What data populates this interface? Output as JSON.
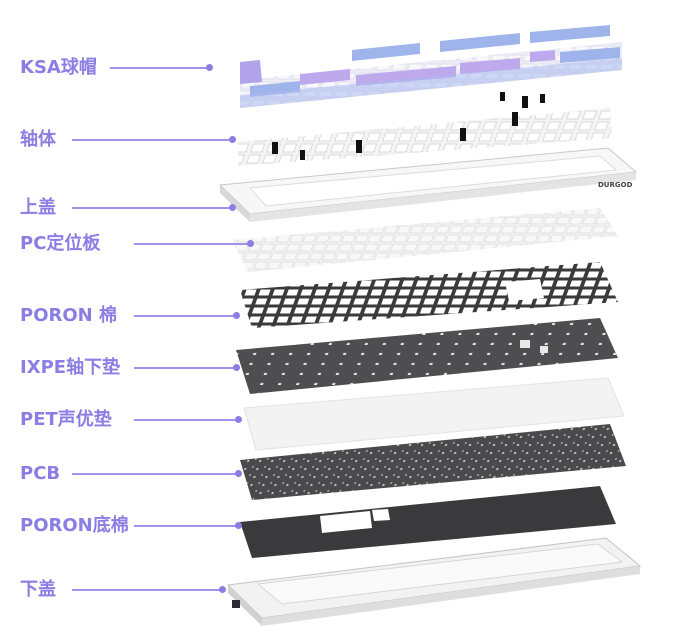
{
  "diagram": {
    "layers": [
      {
        "key": "keycaps",
        "label": "KSA球帽"
      },
      {
        "key": "switches",
        "label": "轴体"
      },
      {
        "key": "top-case",
        "label": "上盖"
      },
      {
        "key": "pc-plate",
        "label": "PC定位板"
      },
      {
        "key": "poron-foam",
        "label": "PORON 棉"
      },
      {
        "key": "ixpe-pad",
        "label": "IXPE轴下垫"
      },
      {
        "key": "pet-pad",
        "label": "PET声优垫"
      },
      {
        "key": "pcb",
        "label": "PCB"
      },
      {
        "key": "poron-base",
        "label": "PORON底棉"
      },
      {
        "key": "bottom-case",
        "label": "下盖"
      }
    ],
    "brand": "DURGOD"
  },
  "colors": {
    "label": "#8a7ee4",
    "keycap_blue": "#9fb4ea",
    "keycap_purple": "#bda9ec",
    "keycap_white": "#f4f4f8",
    "dark_foam": "#3c3c3e",
    "pcb": "#48484a"
  }
}
